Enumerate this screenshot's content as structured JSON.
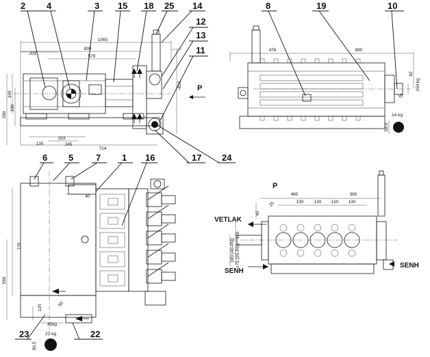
{
  "callouts": {
    "c2": "2",
    "c4": "4",
    "c3": "3",
    "c15": "15",
    "c18": "18",
    "c25": "25",
    "c14": "14",
    "c12": "12",
    "c13": "13",
    "c11": "11",
    "c8": "8",
    "c19": "19",
    "c10": "10",
    "c6": "6",
    "c5": "5",
    "c7": "7",
    "c1": "1",
    "c16": "16",
    "c17": "17",
    "c24": "24",
    "c23": "23",
    "c22": "22"
  },
  "front_view": {
    "dims": {
      "d1065": "1065",
      "d830": "830",
      "d579": "579",
      "d205": "205",
      "d160": "160",
      "d280": "280",
      "d180": "180",
      "d810": "~810",
      "d153": "153",
      "d245": "245",
      "d135": "135",
      "d724": "724"
    },
    "pressure": "P"
  },
  "side_view": {
    "dims": {
      "d476": "476",
      "d890": "890",
      "d82": "82",
      "d58": "58,5",
      "d16": "16"
    },
    "weights": {
      "w150": "150 kg",
      "w14": "14 kg"
    }
  },
  "top_view": {
    "dims": {
      "d40": "40",
      "d725": "725",
      "d560": "560",
      "d125": "125",
      "d50": "50",
      "d905": "90,5"
    },
    "weights": {
      "w45": "45kg",
      "w22": "22 kg"
    }
  },
  "rear_view": {
    "pressure": "P",
    "dims": {
      "d465": "465",
      "d390": "390",
      "d130a": "130",
      "d130b": "130",
      "d130c": "130",
      "d130d": "130",
      "d120": "120",
      "d190": "190 (40-PG)",
      "d175": "175 (25-PG)",
      "d45": "45",
      "d25": "25"
    },
    "ports": {
      "inlet": "VETLAK",
      "outlet_left": "SENH",
      "outlet_right": "SENH"
    }
  }
}
